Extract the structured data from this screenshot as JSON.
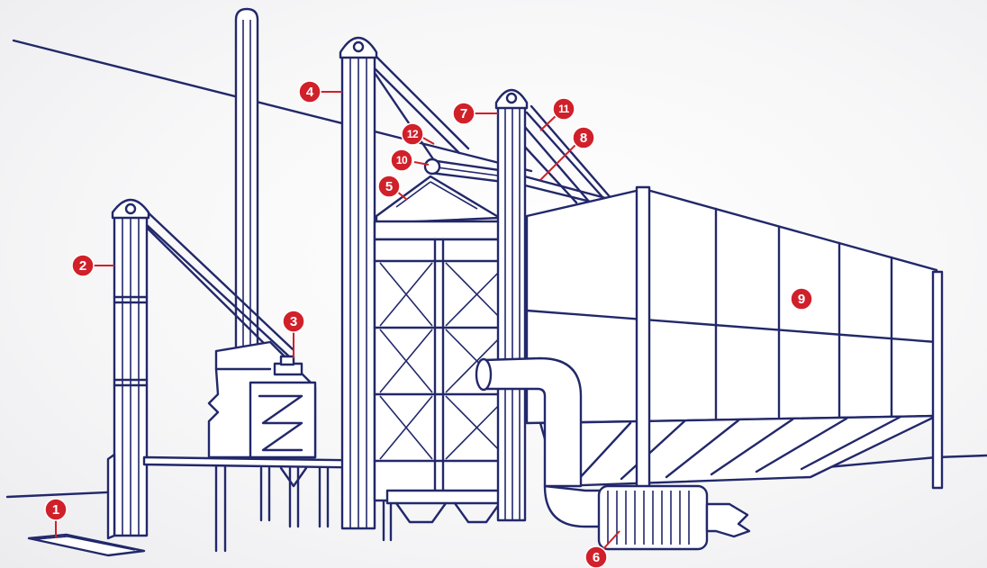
{
  "colors": {
    "line": "#22286a",
    "marker": "#d0202a",
    "background": "#f4f4f6"
  },
  "markers": [
    {
      "id": "m1",
      "label": "1"
    },
    {
      "id": "m2",
      "label": "2"
    },
    {
      "id": "m3",
      "label": "3"
    },
    {
      "id": "m4",
      "label": "4"
    },
    {
      "id": "m5",
      "label": "5"
    },
    {
      "id": "m6",
      "label": "6"
    },
    {
      "id": "m7",
      "label": "7"
    },
    {
      "id": "m8",
      "label": "8"
    },
    {
      "id": "m9",
      "label": "9"
    },
    {
      "id": "m10",
      "label": "10"
    },
    {
      "id": "m11",
      "label": "11"
    },
    {
      "id": "m12",
      "label": "12"
    }
  ]
}
